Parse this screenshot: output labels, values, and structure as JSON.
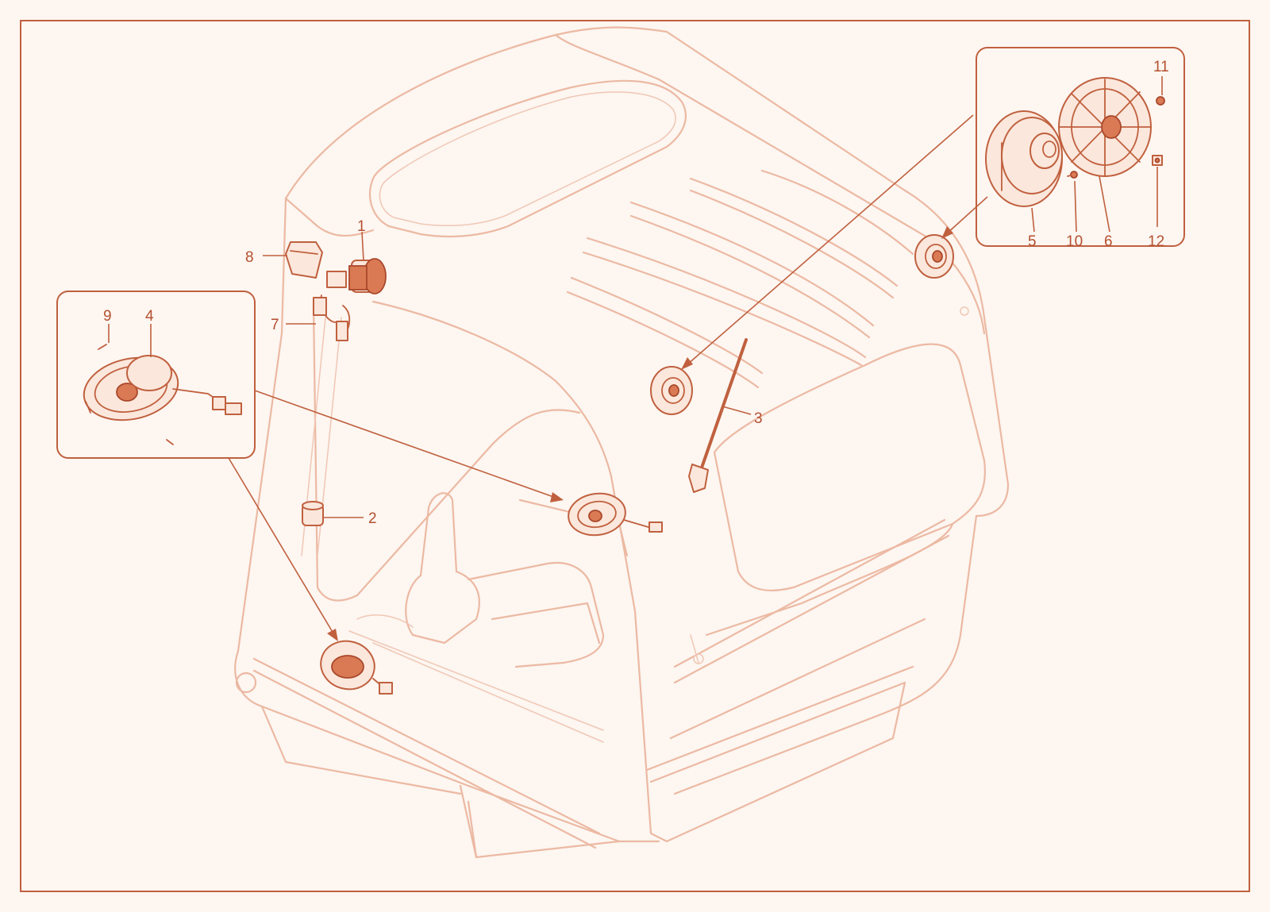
{
  "callouts": {
    "c1": "1",
    "c2": "2",
    "c3": "3",
    "c4": "4",
    "c5": "5",
    "c6": "6",
    "c7": "7",
    "c8": "8",
    "c9": "9",
    "c10": "10",
    "c11": "11",
    "c12": "12"
  },
  "colors": {
    "accent": "#c0603e",
    "ghost_outline": "#ecb9a3",
    "background": "#fdf6f1"
  }
}
